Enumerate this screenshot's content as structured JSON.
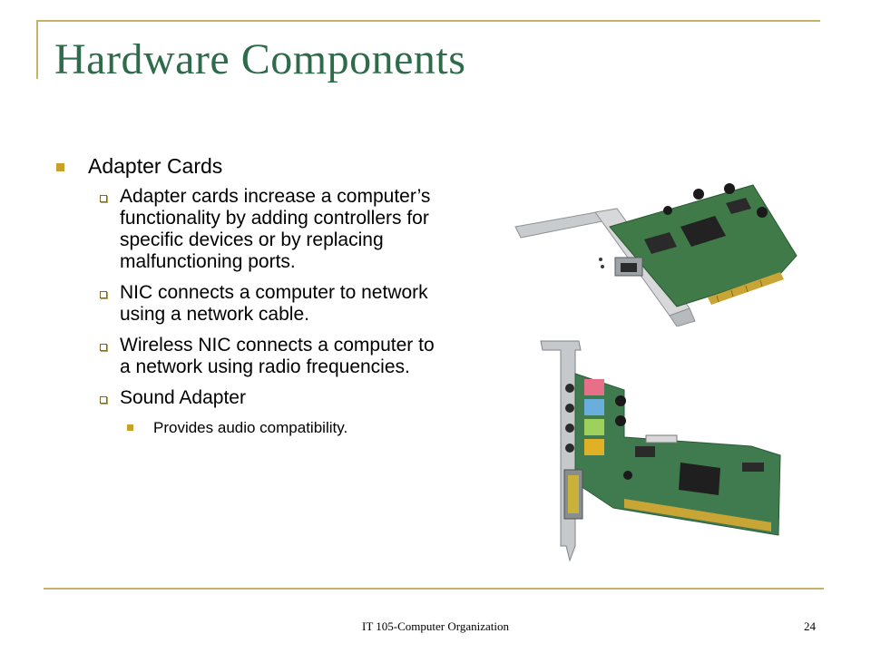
{
  "slide": {
    "title": "Hardware Components",
    "bullets": {
      "main": "Adapter Cards",
      "sub1": "Adapter cards increase a computer’s functionality by adding controllers for specific devices or by replacing malfunctioning ports.",
      "sub2": "NIC connects a computer to network using a network cable.",
      "sub3": "Wireless NIC connects a computer to a network using radio frequencies.",
      "sub4": "Sound Adapter",
      "sub4_detail": "Provides audio compatibility."
    }
  },
  "footer": {
    "course": "IT 105-Computer Organization",
    "page_number": "24"
  },
  "colors": {
    "title": "#2e6b4a",
    "accent": "#c8a02a",
    "frame": "#c8b26a"
  }
}
